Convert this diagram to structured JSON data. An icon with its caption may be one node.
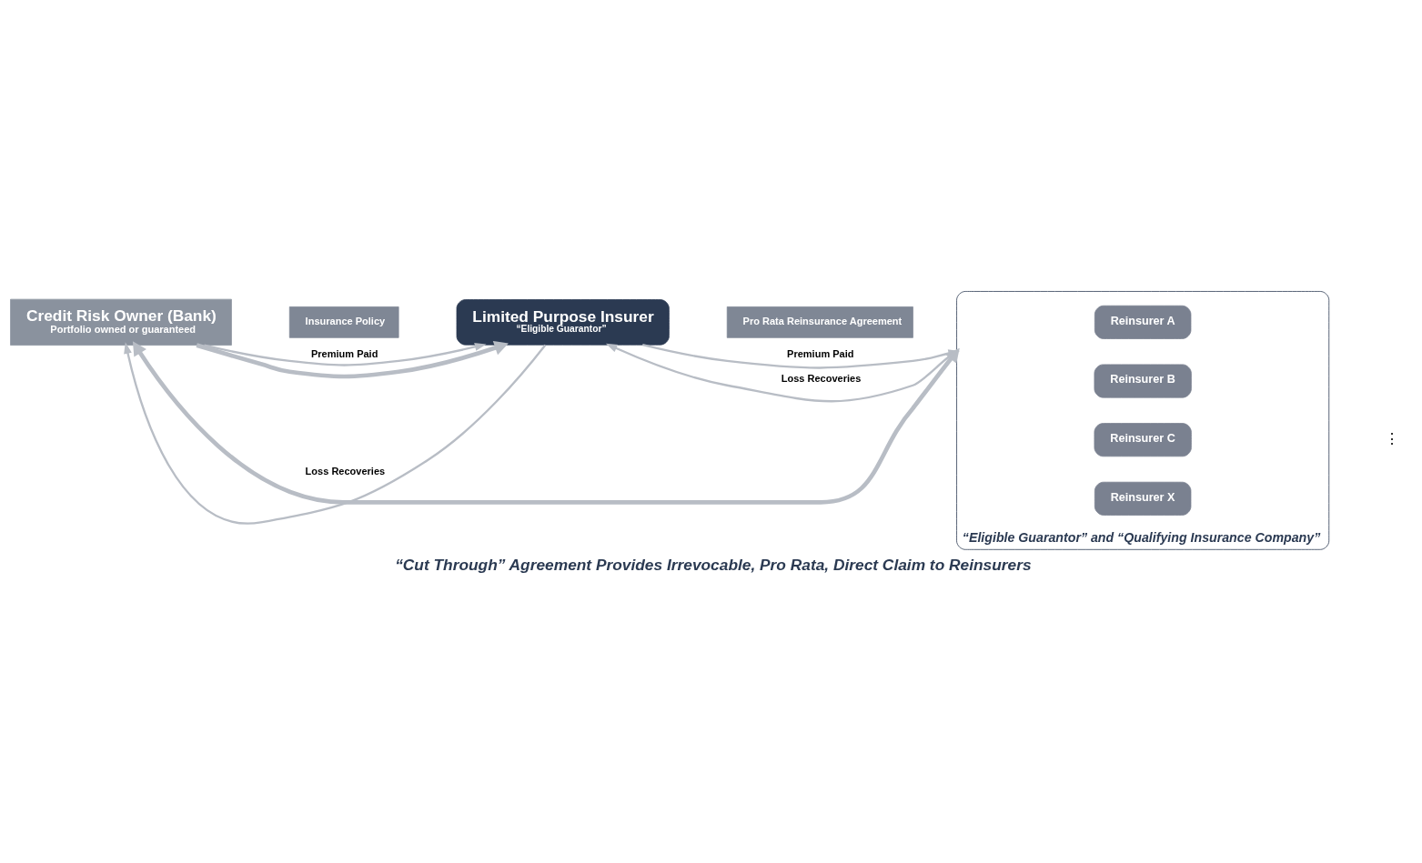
{
  "diagram": {
    "caption": "“Cut Through” Agreement Provides Irrevocable, Pro Rata, Direct Claim to Reinsurers",
    "nodes": [
      {
        "text": [
          "Credit Risk Owner (Bank)",
          "Portfolio owned or guaranteed"
        ]
      },
      {
        "text": [
          "Insurance Policy"
        ]
      },
      {
        "text": [
          "Limited Purpose Insurer",
          "“Eligible Guarantor”"
        ]
      },
      {
        "text": [
          "Pro Rata Reinsurance Agreement"
        ]
      },
      {
        "text": [
          "“Eligible Guarantor” and “Qualifying Insurance Company”"
        ]
      },
      {
        "text": [
          "Reinsurer A"
        ],
        "in": 4
      },
      {
        "text": [
          "Reinsurer B"
        ],
        "in": 4
      },
      {
        "text": [
          "Reinsurer C"
        ],
        "in": 4
      },
      {
        "text": [
          "Reinsurer X"
        ],
        "in": 4
      }
    ],
    "edges": [
      {
        "from": 0,
        "to": 2,
        "arrow": "to",
        "label": "Premium Paid"
      },
      {
        "from": 2,
        "to": 0,
        "arrow": "to",
        "label": "Loss Recoveries"
      },
      {
        "from": 2,
        "to": 4,
        "arrow": "to",
        "label": "Premium Paid"
      },
      {
        "from": 4,
        "to": 2,
        "arrow": "to",
        "label": "Loss Recoveries"
      },
      {
        "from": 0,
        "to": 4,
        "arrow": "both",
        "style": "thick"
      },
      {
        "from": 0,
        "to": 2,
        "arrow": "to",
        "style": "thick"
      }
    ],
    "labels": [
      "⋮"
    ]
  }
}
